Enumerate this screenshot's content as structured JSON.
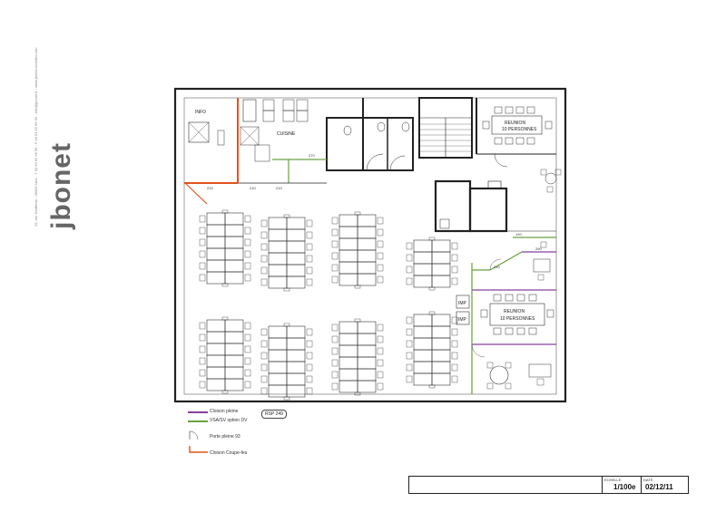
{
  "brand": {
    "name": "jbonet",
    "address": "25, rue Gioffredo - 06000 Nice - T 04 93 62 96 96 - F 04 93 62 96 95 - info@jbonet.fr - www.jbonet-mobilier.com"
  },
  "rooms": {
    "info": "INFO",
    "kitchen": "CUISINE",
    "meeting_top_line1": "REUNION",
    "meeting_top_line2": "10 PERSONNES",
    "meeting_bottom_line1": "REUNION",
    "meeting_bottom_line2": "10 PERSONNES",
    "printer_1": "IMP",
    "printer_2": "IMP"
  },
  "dimensions": {
    "d1": "270",
    "d2": "210",
    "d3": "210",
    "d4": "210",
    "d5": "120",
    "d6": "290",
    "d7": "210"
  },
  "legend": {
    "full_partition": "Cloison pleine",
    "glass_partition": "VSA/SV option DV",
    "door": "Porte pleine 93",
    "fire_partition": "Cloison Coupe-feu",
    "full_partition_color": "#8b3fa0",
    "glass_partition_color": "#6aa040",
    "fire_partition_color": "#e2531d"
  },
  "reference_tag": "RSP 249",
  "title_block": {
    "scale_label": "ECHELLE",
    "scale_value": "1/100e",
    "date_label": "DATE",
    "date_value": "02/12/11"
  }
}
